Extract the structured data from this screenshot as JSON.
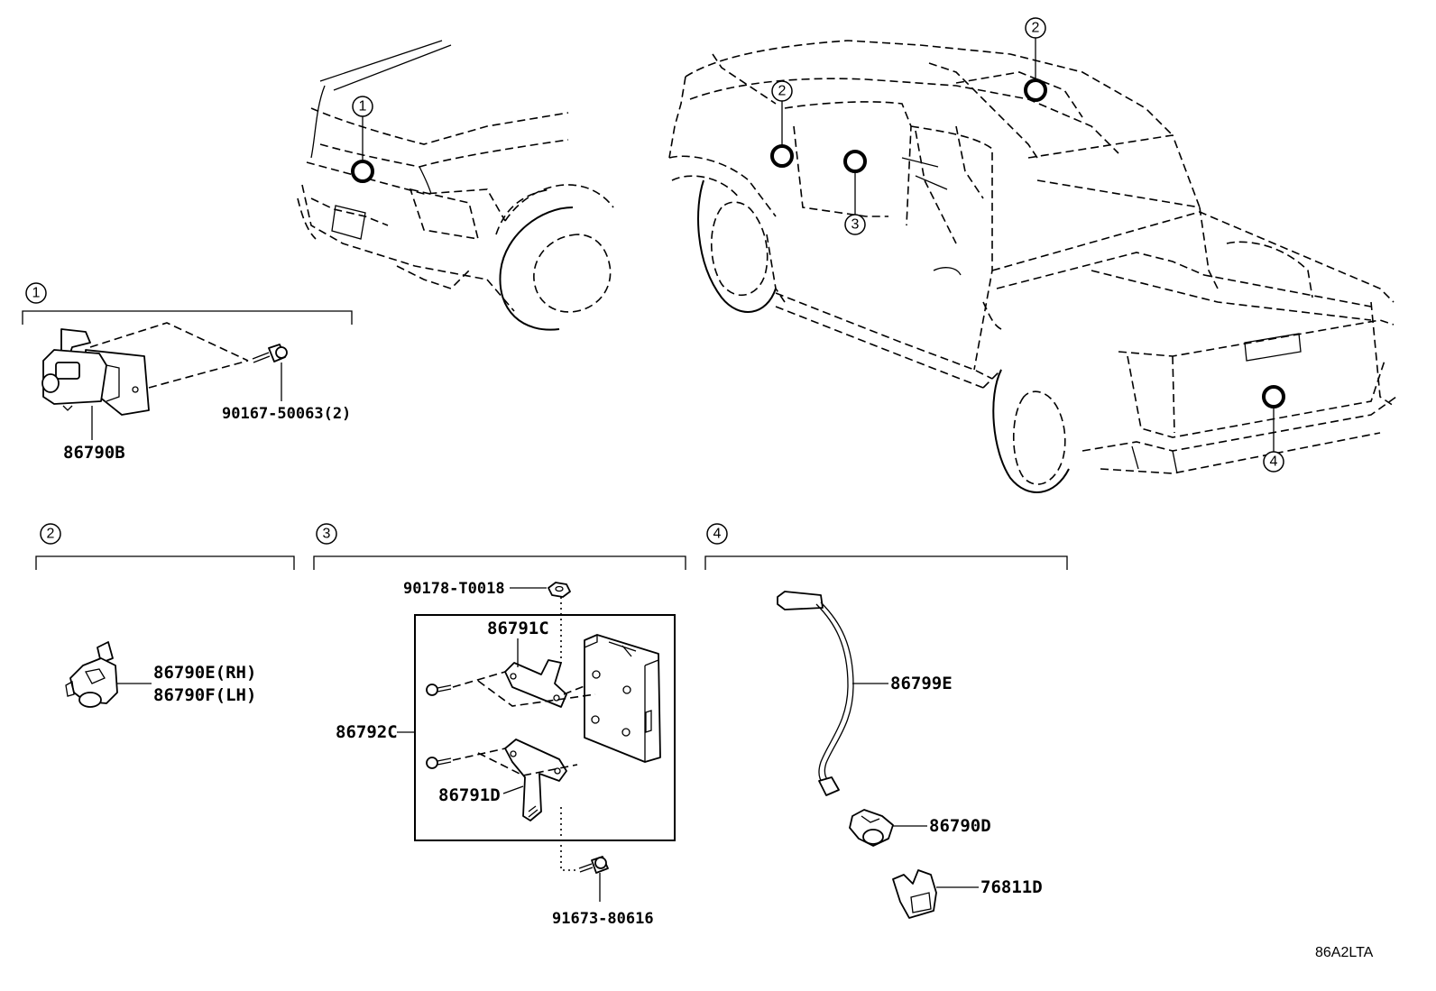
{
  "diagram_ref": "86A2LTA",
  "callouts": {
    "c1": "1",
    "c2": "2",
    "c3": "3",
    "c4": "4"
  },
  "parts": {
    "camera_bracket_bolt": "90167-50063(2)",
    "front_camera": "86790B",
    "side_camera_rh": "86790E(RH)",
    "side_camera_lh": "86790F(LH)",
    "nut": "90178-T0018",
    "bracket_upper": "86791C",
    "control_unit": "86792C",
    "bracket_lower": "86791D",
    "bolt_lower": "91673-80616",
    "wire_harness": "86799E",
    "rear_camera": "86790D",
    "camera_cover": "76811D"
  }
}
